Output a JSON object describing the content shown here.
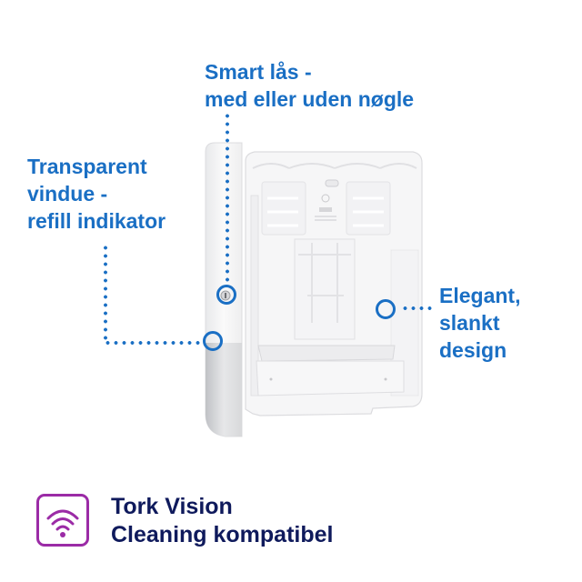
{
  "callouts": {
    "lock": {
      "line1": "Smart lås -",
      "line2": "med eller uden nøgle"
    },
    "window": {
      "line1": "Transparent",
      "line2": "vindue -",
      "line3": "refill indikator"
    },
    "design": {
      "line1": "Elegant,",
      "line2": "slankt",
      "line3": "design"
    }
  },
  "footer": {
    "icon": "wifi-signal-icon",
    "line1": "Tork Vision",
    "line2": "Cleaning kompatibel"
  },
  "product": {
    "name": "paper-towel-dispenser",
    "brand_mark": "tork"
  },
  "colors": {
    "accent": "#1a6fc4",
    "footer_text": "#0f1a5c",
    "icon_border": "#9b2ba6"
  }
}
